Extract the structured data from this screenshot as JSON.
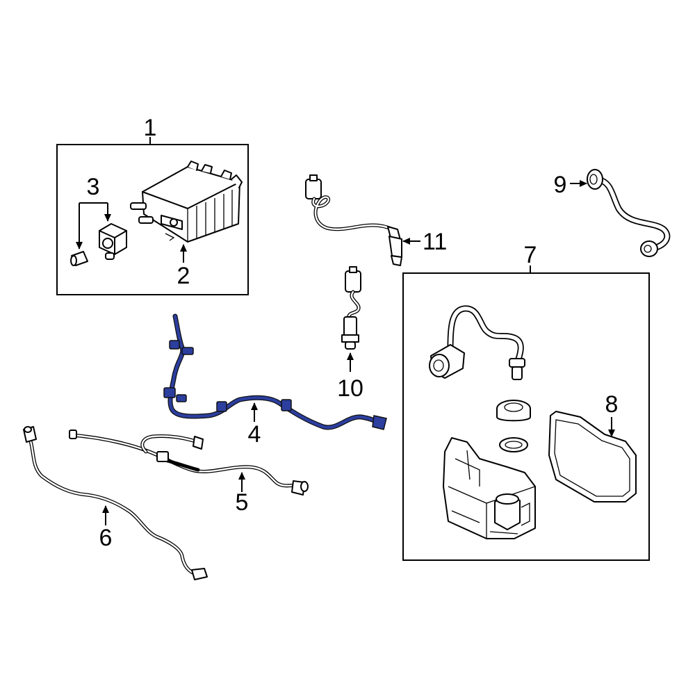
{
  "callouts": {
    "c1": "1",
    "c2": "2",
    "c3": "3",
    "c4": "4",
    "c5": "5",
    "c6": "6",
    "c7": "7",
    "c8": "8",
    "c9": "9",
    "c10": "10",
    "c11": "11"
  },
  "colors": {
    "highlight": "#2c3e9e",
    "line": "#000000",
    "background": "#ffffff"
  }
}
